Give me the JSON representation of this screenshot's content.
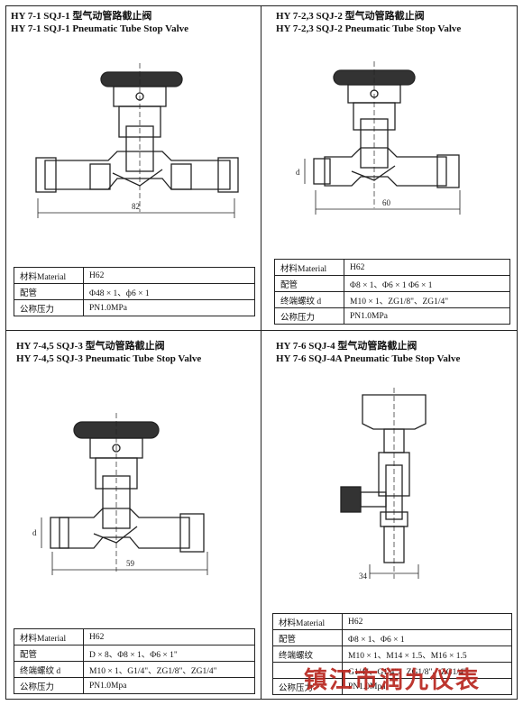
{
  "panels": [
    {
      "title_cn": "HY 7-1 SQJ-1 型气动管路截止阀",
      "title_en": "HY 7-1 SQJ-1 Pneumatic Tube Stop Valve",
      "dims": {
        "width": "82",
        "d": ""
      },
      "rows": [
        {
          "label": "材料Material",
          "value": "H62"
        },
        {
          "label": "配管",
          "value": "Φ48 × 1、ф6 × 1"
        },
        {
          "label": "公称压力",
          "value": "PN1.0MPa"
        }
      ]
    },
    {
      "title_cn": "HY 7-2,3 SQJ-2 型气动管路截止阀",
      "title_en": "HY 7-2,3 SQJ-2 Pneumatic Tube Stop Valve",
      "dims": {
        "width": "60",
        "d": "d"
      },
      "rows": [
        {
          "label": "材料Material",
          "value": "H62"
        },
        {
          "label": "配管",
          "value": "Φ8 × 1、Φ6 × 1 Φ6 × 1"
        },
        {
          "label": "终端螺纹 d",
          "value": "M10 × 1、ZG1/8\"、ZG1/4\""
        },
        {
          "label": "公称压力",
          "value": "PN1.0MPa"
        }
      ]
    },
    {
      "title_cn": "HY 7-4,5 SQJ-3 型气动管路截止阀",
      "title_en": "HY 7-4,5 SQJ-3  Pneumatic Tube Stop Valve",
      "dims": {
        "width": "59",
        "d": "d"
      },
      "rows": [
        {
          "label": "材料Material",
          "value": "H62"
        },
        {
          "label": "配管",
          "value": "D × 8、Φ8 × 1、Φ6 × 1\""
        },
        {
          "label": "终端螺纹 d",
          "value": "M10 × 1、G1/4\"、ZG1/8\"、ZG1/4\""
        },
        {
          "label": "公称压力",
          "value": "PN1.0Mpa"
        }
      ]
    },
    {
      "title_cn": "HY 7-6 SQJ-4 型气动管路截止阀",
      "title_en": "HY 7-6 SQJ-4A Pneumatic Tube Stop Valve",
      "dims": {
        "width": "34",
        "d": ""
      },
      "rows": [
        {
          "label": "材料Material",
          "value": "H62"
        },
        {
          "label": "配管",
          "value": "Φ8 × 1、Φ6 × 1"
        },
        {
          "label": "终端螺纹",
          "value": "M10 × 1、M14 × 1.5、M16 × 1.5"
        },
        {
          "label": "",
          "value": "G1/4\"、G1/4\"、ZG1/8\"、ZG1/4\""
        },
        {
          "label": "公称压力",
          "value": "PN1.0Mpa"
        }
      ]
    }
  ],
  "watermark": "镇江市润九仪表",
  "colors": {
    "line": "#222222",
    "watermark": "#b8261e"
  }
}
